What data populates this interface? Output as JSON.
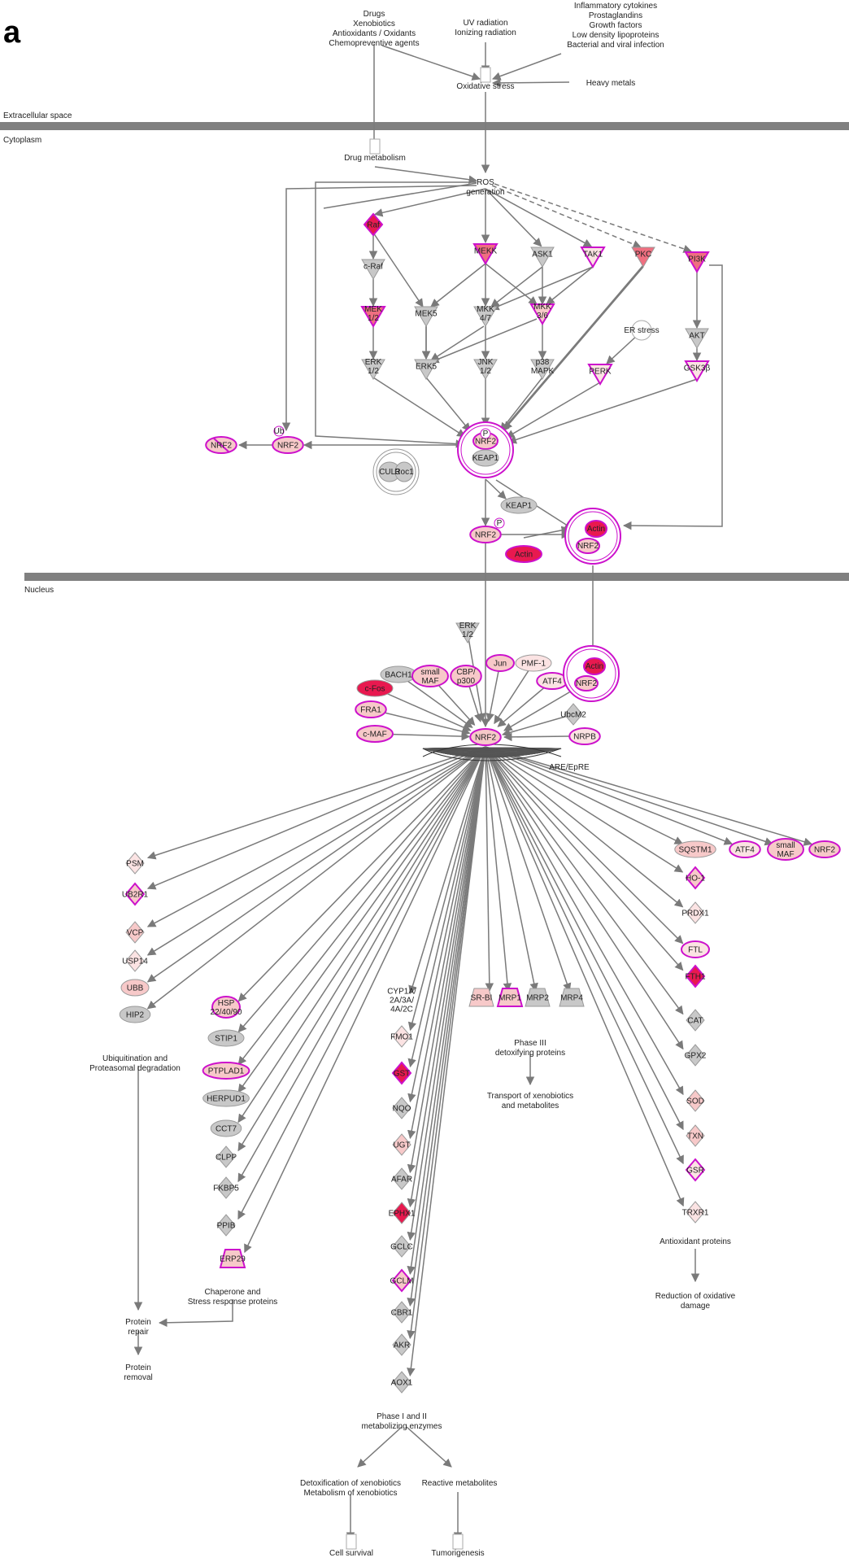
{
  "panel_label": "a",
  "colors": {
    "edge": "#7a7a7a",
    "membrane": "#808080",
    "magenta_outline": "#cc11cc",
    "strong_red": "#e8194f",
    "medium_red": "#ef6f80",
    "light_red": "#f7c9c9",
    "very_light_red": "#fbe3e3",
    "grey": "#c8c8c8"
  },
  "compartments": [
    {
      "id": "extracellular",
      "label": "Extracellular space"
    },
    {
      "id": "cytoplasm",
      "label": "Cytoplasm"
    },
    {
      "id": "nucleus",
      "label": "Nucleus"
    }
  ],
  "top_inputs": [
    {
      "id": "drugs",
      "lines": [
        "Drugs",
        "Xenobiotics",
        "Antioxidants / Oxidants",
        "Chemopreventive agents"
      ]
    },
    {
      "id": "uv",
      "lines": [
        "UV radiation",
        "Ionizing radiation"
      ]
    },
    {
      "id": "cyto",
      "lines": [
        "Inflammatory cytokines",
        "Prostaglandins",
        "Growth factors",
        "Low density lipoproteins",
        "Bacterial and viral infection"
      ]
    },
    {
      "id": "metals",
      "lines": [
        "Heavy metals"
      ]
    }
  ],
  "process_labels": [
    {
      "id": "oxstress",
      "lines": [
        "Oxidative stress"
      ]
    },
    {
      "id": "drugmet",
      "lines": [
        "Drug metabolism"
      ]
    },
    {
      "id": "ros",
      "lines": [
        "ROS",
        "generation"
      ]
    },
    {
      "id": "erstress",
      "lines": [
        "ER stress"
      ]
    },
    {
      "id": "are",
      "lines": [
        "ARE/EpRE"
      ]
    },
    {
      "id": "ubiq",
      "lines": [
        "Ubiquitination and",
        "Proteasomal degradation"
      ]
    },
    {
      "id": "chap",
      "lines": [
        "Chaperone and",
        "Stress response proteins"
      ]
    },
    {
      "id": "phase3",
      "lines": [
        "Phase III",
        "detoxifying proteins"
      ]
    },
    {
      "id": "transport",
      "lines": [
        "Transport of xenobiotics",
        "and metabolites"
      ]
    },
    {
      "id": "antiox",
      "lines": [
        "Antioxidant proteins"
      ]
    },
    {
      "id": "reduction",
      "lines": [
        "Reduction of oxidative",
        "damage"
      ]
    },
    {
      "id": "repair",
      "lines": [
        "Protein",
        "repair"
      ]
    },
    {
      "id": "removal",
      "lines": [
        "Protein",
        "removal"
      ]
    },
    {
      "id": "phase12",
      "lines": [
        "Phase I and II",
        "metabolizing enzymes"
      ]
    },
    {
      "id": "detox",
      "lines": [
        "Detoxification of xenobiotics",
        "Metabolism of xenobiotics"
      ]
    },
    {
      "id": "reactive",
      "lines": [
        "Reactive metabolites"
      ]
    },
    {
      "id": "survival",
      "lines": [
        "Cell survival"
      ]
    },
    {
      "id": "tumor",
      "lines": [
        "Tumorigenesis"
      ]
    }
  ],
  "nodes": [
    {
      "id": "raf",
      "lines": [
        "Raf"
      ],
      "shape": "diamond",
      "fill": "strong",
      "outline": true
    },
    {
      "id": "craf",
      "lines": [
        "c-Raf"
      ],
      "shape": "vtri",
      "fill": "grey",
      "outline": false
    },
    {
      "id": "mek12",
      "lines": [
        "MEK",
        "1/2"
      ],
      "shape": "vtri",
      "fill": "medium",
      "outline": true
    },
    {
      "id": "erk12a",
      "lines": [
        "ERK",
        "1/2"
      ],
      "shape": "vtri",
      "fill": "grey",
      "outline": false
    },
    {
      "id": "mekk",
      "lines": [
        "MEKK"
      ],
      "shape": "vtri",
      "fill": "medium",
      "outline": true
    },
    {
      "id": "mek5",
      "lines": [
        "MEK5"
      ],
      "shape": "vtri",
      "fill": "grey",
      "outline": false
    },
    {
      "id": "erk5",
      "lines": [
        "ERK5"
      ],
      "shape": "vtri",
      "fill": "grey",
      "outline": false
    },
    {
      "id": "mkk47",
      "lines": [
        "MKK",
        "4/7"
      ],
      "shape": "vtri",
      "fill": "grey",
      "outline": false
    },
    {
      "id": "jnk12",
      "lines": [
        "JNK",
        "1/2"
      ],
      "shape": "vtri",
      "fill": "grey",
      "outline": false
    },
    {
      "id": "ask1",
      "lines": [
        "ASK1"
      ],
      "shape": "vtri",
      "fill": "grey",
      "outline": false
    },
    {
      "id": "mkk36",
      "lines": [
        "MKK",
        "3/6"
      ],
      "shape": "vtri",
      "fill": "light",
      "outline": true
    },
    {
      "id": "p38",
      "lines": [
        "p38",
        "MAPK"
      ],
      "shape": "vtri",
      "fill": "grey",
      "outline": false
    },
    {
      "id": "tak1",
      "lines": [
        "TAK1"
      ],
      "shape": "vtri",
      "fill": "vlight",
      "outline": true
    },
    {
      "id": "pkc",
      "lines": [
        "PKC"
      ],
      "shape": "vtri",
      "fill": "medium",
      "outline": false
    },
    {
      "id": "pi3k",
      "lines": [
        "PI3K"
      ],
      "shape": "vtri",
      "fill": "medium",
      "outline": true
    },
    {
      "id": "akt",
      "lines": [
        "AKT"
      ],
      "shape": "vtri",
      "fill": "grey",
      "outline": false
    },
    {
      "id": "gsk3b",
      "lines": [
        "GSK3β"
      ],
      "shape": "vtri",
      "fill": "vlight",
      "outline": true
    },
    {
      "id": "perk",
      "lines": [
        "PERK"
      ],
      "shape": "vtri",
      "fill": "vlight",
      "outline": true
    },
    {
      "id": "nrf2a",
      "lines": [
        "NRF2"
      ],
      "shape": "ellipse",
      "fill": "light",
      "outline": true
    },
    {
      "id": "nrf2x",
      "lines": [
        "NRF2"
      ],
      "shape": "ellipse",
      "fill": "light",
      "outline": true
    },
    {
      "id": "keapnrf",
      "lines": [
        "NRF2",
        "KEAP1"
      ],
      "shape": "complex",
      "fill": "light",
      "outline": true
    },
    {
      "id": "cul3",
      "lines": [
        "CUL3",
        "Roc1"
      ],
      "shape": "complex",
      "fill": "grey",
      "outline": false
    },
    {
      "id": "keap1",
      "lines": [
        "KEAP1"
      ],
      "shape": "ellipse",
      "fill": "grey",
      "outline": false
    },
    {
      "id": "nrf2p",
      "lines": [
        "NRF2"
      ],
      "shape": "ellipse",
      "fill": "light",
      "outline": true
    },
    {
      "id": "actin1",
      "lines": [
        "Actin"
      ],
      "shape": "ellipse",
      "fill": "strong",
      "outline": true
    },
    {
      "id": "actinnrf",
      "lines": [
        "Actin",
        "NRF2"
      ],
      "shape": "complex",
      "fill": "strong",
      "outline": true
    },
    {
      "id": "erk12b",
      "lines": [
        "ERK",
        "1/2"
      ],
      "shape": "vtri",
      "fill": "grey",
      "outline": false
    },
    {
      "id": "bach1",
      "lines": [
        "BACH1"
      ],
      "shape": "ellipse",
      "fill": "grey",
      "outline": false
    },
    {
      "id": "smallmaf1",
      "lines": [
        "small",
        "MAF"
      ],
      "shape": "ellipse",
      "fill": "light",
      "outline": true
    },
    {
      "id": "cbp",
      "lines": [
        "CBP/",
        "p300"
      ],
      "shape": "ellipse",
      "fill": "light",
      "outline": true
    },
    {
      "id": "jun",
      "lines": [
        "Jun"
      ],
      "shape": "ellipse",
      "fill": "light",
      "outline": true
    },
    {
      "id": "pmf1",
      "lines": [
        "PMF-1"
      ],
      "shape": "ellipse",
      "fill": "vlight",
      "outline": false
    },
    {
      "id": "atf4a",
      "lines": [
        "ATF4"
      ],
      "shape": "ellipse",
      "fill": "vlight",
      "outline": true
    },
    {
      "id": "actinnrf2",
      "lines": [
        "Actin",
        "NRF2"
      ],
      "shape": "complex",
      "fill": "strong",
      "outline": true
    },
    {
      "id": "cfos",
      "lines": [
        "c-Fos"
      ],
      "shape": "ellipse",
      "fill": "strong",
      "outline": false
    },
    {
      "id": "fra1",
      "lines": [
        "FRA1"
      ],
      "shape": "ellipse",
      "fill": "light",
      "outline": true
    },
    {
      "id": "cmaf",
      "lines": [
        "c-MAF"
      ],
      "shape": "ellipse",
      "fill": "light",
      "outline": true
    },
    {
      "id": "ubcm2",
      "lines": [
        "UbcM2"
      ],
      "shape": "diamond",
      "fill": "grey",
      "outline": false
    },
    {
      "id": "nrpb",
      "lines": [
        "NRPB"
      ],
      "shape": "ellipse",
      "fill": "vlight",
      "outline": true
    },
    {
      "id": "nrf2c",
      "lines": [
        "NRF2"
      ],
      "shape": "ellipse",
      "fill": "light",
      "outline": true
    },
    {
      "id": "psm",
      "lines": [
        "PSM"
      ],
      "shape": "diamond",
      "fill": "vlight",
      "outline": false
    },
    {
      "id": "ub2r1",
      "lines": [
        "UB2R1"
      ],
      "shape": "diamond",
      "fill": "light",
      "outline": true
    },
    {
      "id": "vcp",
      "lines": [
        "VCP"
      ],
      "shape": "diamond",
      "fill": "light",
      "outline": false
    },
    {
      "id": "usp14",
      "lines": [
        "USP14"
      ],
      "shape": "diamond",
      "fill": "vlight",
      "outline": false
    },
    {
      "id": "ubb",
      "lines": [
        "UBB"
      ],
      "shape": "ellipse",
      "fill": "light",
      "outline": false
    },
    {
      "id": "hip2",
      "lines": [
        "HIP2"
      ],
      "shape": "ellipse",
      "fill": "grey",
      "outline": false
    },
    {
      "id": "hsp",
      "lines": [
        "HSP",
        "22/40/90"
      ],
      "shape": "ellipse",
      "fill": "light",
      "outline": true
    },
    {
      "id": "stip1",
      "lines": [
        "STIP1"
      ],
      "shape": "ellipse",
      "fill": "grey",
      "outline": false
    },
    {
      "id": "ptplad1",
      "lines": [
        "PTPLAD1"
      ],
      "shape": "ellipse",
      "fill": "light",
      "outline": true
    },
    {
      "id": "herpud1",
      "lines": [
        "HERPUD1"
      ],
      "shape": "ellipse",
      "fill": "grey",
      "outline": false
    },
    {
      "id": "cct7",
      "lines": [
        "CCT7"
      ],
      "shape": "ellipse",
      "fill": "grey",
      "outline": false
    },
    {
      "id": "clpp",
      "lines": [
        "CLPP"
      ],
      "shape": "diamond",
      "fill": "grey",
      "outline": false
    },
    {
      "id": "fkbp5",
      "lines": [
        "FKBP5"
      ],
      "shape": "diamond",
      "fill": "grey",
      "outline": false
    },
    {
      "id": "ppib",
      "lines": [
        "PPIB"
      ],
      "shape": "diamond",
      "fill": "grey",
      "outline": false
    },
    {
      "id": "erp29",
      "lines": [
        "ERP29"
      ],
      "shape": "trapezoid",
      "fill": "light",
      "outline": true
    },
    {
      "id": "cyp1a",
      "lines": [
        "CYP1A/",
        "2A/3A/",
        "4A/2C"
      ],
      "shape": "none",
      "fill": "none",
      "outline": false
    },
    {
      "id": "fmo1",
      "lines": [
        "FMO1"
      ],
      "shape": "diamond",
      "fill": "vlight",
      "outline": false
    },
    {
      "id": "gst",
      "lines": [
        "GST"
      ],
      "shape": "diamond",
      "fill": "strong",
      "outline": true
    },
    {
      "id": "nqo",
      "lines": [
        "NQO"
      ],
      "shape": "diamond",
      "fill": "grey",
      "outline": false
    },
    {
      "id": "ugt",
      "lines": [
        "UGT"
      ],
      "shape": "diamond",
      "fill": "light",
      "outline": false
    },
    {
      "id": "afar",
      "lines": [
        "AFAR"
      ],
      "shape": "diamond",
      "fill": "grey",
      "outline": false
    },
    {
      "id": "ephx1",
      "lines": [
        "EPHX1"
      ],
      "shape": "diamond",
      "fill": "strong",
      "outline": false
    },
    {
      "id": "gclc",
      "lines": [
        "GCLC"
      ],
      "shape": "diamond",
      "fill": "grey",
      "outline": false
    },
    {
      "id": "gclm",
      "lines": [
        "GCLM"
      ],
      "shape": "diamond",
      "fill": "light",
      "outline": true
    },
    {
      "id": "cbr1",
      "lines": [
        "CBR1"
      ],
      "shape": "diamond",
      "fill": "grey",
      "outline": false
    },
    {
      "id": "akr",
      "lines": [
        "AKR"
      ],
      "shape": "diamond",
      "fill": "grey",
      "outline": false
    },
    {
      "id": "aox1",
      "lines": [
        "AOX1"
      ],
      "shape": "diamond",
      "fill": "grey",
      "outline": false
    },
    {
      "id": "srbi",
      "lines": [
        "SR-BI"
      ],
      "shape": "trapezoid",
      "fill": "light",
      "outline": false
    },
    {
      "id": "mrp1",
      "lines": [
        "MRP1"
      ],
      "shape": "trapezoid",
      "fill": "light",
      "outline": true
    },
    {
      "id": "mrp2",
      "lines": [
        "MRP2"
      ],
      "shape": "trapezoid",
      "fill": "grey",
      "outline": false
    },
    {
      "id": "mrp4",
      "lines": [
        "MRP4"
      ],
      "shape": "trapezoid",
      "fill": "grey",
      "outline": false
    },
    {
      "id": "sqstm1",
      "lines": [
        "SQSTM1"
      ],
      "shape": "ellipse",
      "fill": "light",
      "outline": false
    },
    {
      "id": "atf4b",
      "lines": [
        "ATF4"
      ],
      "shape": "ellipse",
      "fill": "vlight",
      "outline": true
    },
    {
      "id": "smallmaf2",
      "lines": [
        "small",
        "MAF"
      ],
      "shape": "ellipse",
      "fill": "light",
      "outline": true
    },
    {
      "id": "nrf2b",
      "lines": [
        "NRF2"
      ],
      "shape": "ellipse",
      "fill": "light",
      "outline": true
    },
    {
      "id": "ho1",
      "lines": [
        "HO-1"
      ],
      "shape": "diamond",
      "fill": "light",
      "outline": true
    },
    {
      "id": "prdx1",
      "lines": [
        "PRDX1"
      ],
      "shape": "diamond",
      "fill": "vlight",
      "outline": false
    },
    {
      "id": "ftl",
      "lines": [
        "FTL"
      ],
      "shape": "ellipse",
      "fill": "vlight",
      "outline": true
    },
    {
      "id": "fth1",
      "lines": [
        "FTH1"
      ],
      "shape": "diamond",
      "fill": "strong",
      "outline": true
    },
    {
      "id": "cat",
      "lines": [
        "CAT"
      ],
      "shape": "diamond",
      "fill": "grey",
      "outline": false
    },
    {
      "id": "gpx2",
      "lines": [
        "GPX2"
      ],
      "shape": "diamond",
      "fill": "grey",
      "outline": false
    },
    {
      "id": "sod",
      "lines": [
        "SOD"
      ],
      "shape": "diamond",
      "fill": "light",
      "outline": false
    },
    {
      "id": "txn",
      "lines": [
        "TXN"
      ],
      "shape": "diamond",
      "fill": "light",
      "outline": false
    },
    {
      "id": "gsr",
      "lines": [
        "GSR"
      ],
      "shape": "diamond",
      "fill": "vlight",
      "outline": true
    },
    {
      "id": "trxr1",
      "lines": [
        "TRXR1"
      ],
      "shape": "diamond",
      "fill": "vlight",
      "outline": false
    }
  ],
  "modification_markers": [
    {
      "id": "ub",
      "text": "Ub"
    },
    {
      "id": "p1",
      "text": "P"
    },
    {
      "id": "p2",
      "text": "P"
    }
  ]
}
